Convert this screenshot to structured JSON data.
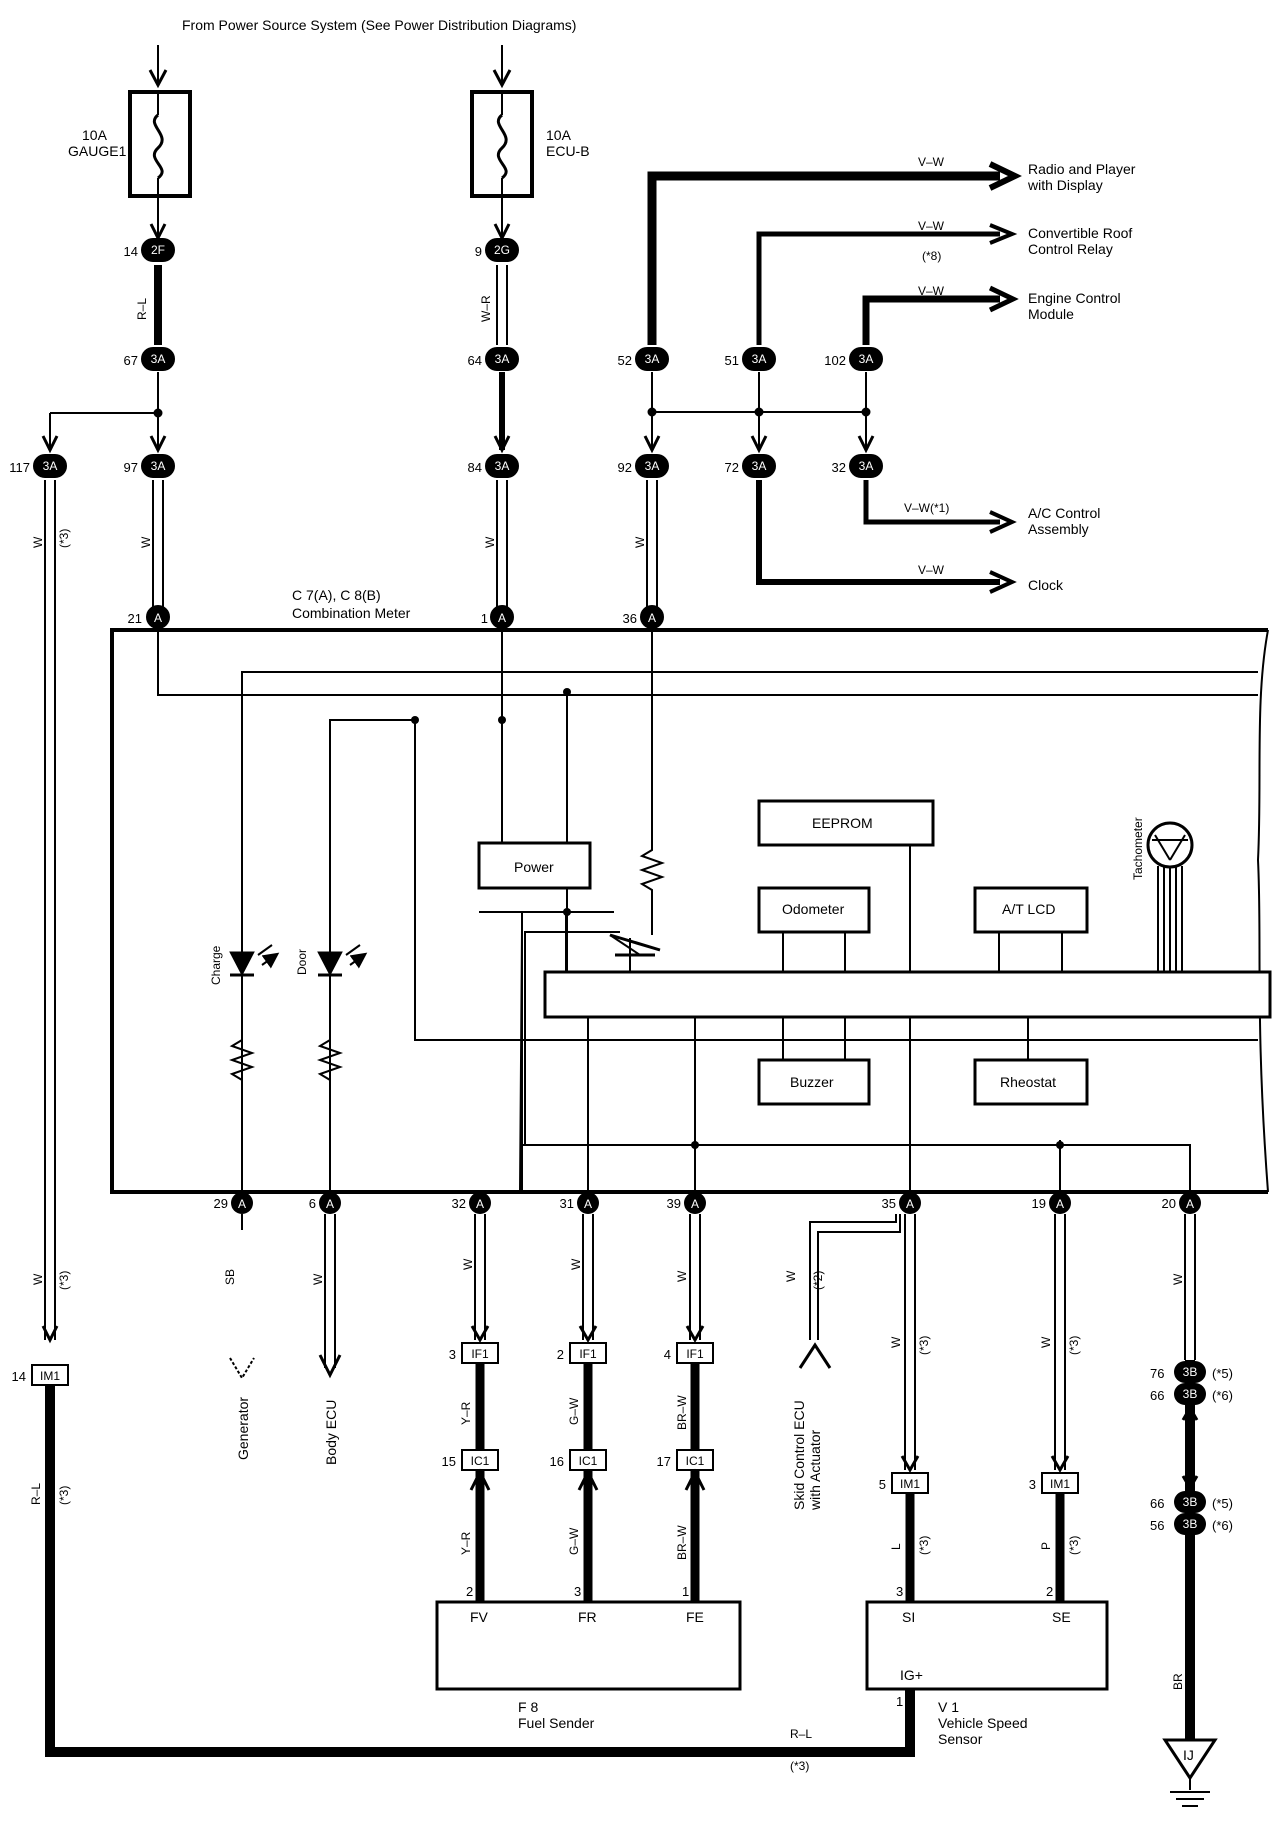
{
  "header": "From Power Source System (See Power Distribution Diagrams)",
  "fuses": {
    "gauge1": {
      "rating": "10A",
      "name": "GAUGE1"
    },
    "ecub": {
      "rating": "10A",
      "name": "ECU-B"
    }
  },
  "connectors": {
    "c2F": "2F",
    "c2G": "2G",
    "c3A": "3A",
    "cA": "A",
    "cIF1": "IF1",
    "cIC1": "IC1",
    "cIM1": "IM1",
    "c3B": "3B"
  },
  "pins": {
    "p14": "14",
    "p9": "9",
    "p67": "67",
    "p64": "64",
    "p52": "52",
    "p51": "51",
    "p102": "102",
    "p117": "117",
    "p97": "97",
    "p84": "84",
    "p92": "92",
    "p72": "72",
    "p32": "32",
    "p21": "21",
    "p1": "1",
    "p36": "36",
    "p29": "29",
    "p6": "6",
    "p32b": "32",
    "p31": "31",
    "p39": "39",
    "p35": "35",
    "p19": "19",
    "p20": "20",
    "pIF3": "3",
    "pIF2": "2",
    "pIF4": "4",
    "pIC15": "15",
    "pIC16": "16",
    "pIC17": "17",
    "pIM14": "14",
    "pIM5": "5",
    "pIM3": "3",
    "p76": "76",
    "p66a": "66",
    "p66b": "66",
    "p56": "56",
    "pF2": "2",
    "pF3": "3",
    "pF1": "1",
    "pV3": "3",
    "pV2": "2",
    "pV1": "1"
  },
  "wires": {
    "rl": "R–L",
    "wr": "W–R",
    "w": "W",
    "vw": "V–W",
    "vw1": "V–W(*1)",
    "yr": "Y–R",
    "gw": "G–W",
    "brw": "BR–W",
    "l": "L",
    "p": "P",
    "br": "BR",
    "sb": "SB"
  },
  "notes": {
    "n1": "(*1)",
    "n2": "(*2)",
    "n3": "(*3)",
    "n5": "(*5)",
    "n6": "(*6)",
    "n8": "(*8)"
  },
  "outputs": {
    "radio1": "Radio and Player",
    "radio2": "with Display",
    "roof1": "Convertible Roof",
    "roof2": "Control Relay",
    "ecm1": "Engine Control",
    "ecm2": "Module",
    "ac1": "A/C Control",
    "ac2": "Assembly",
    "clock": "Clock"
  },
  "meter": {
    "code": "C 7(A), C 8(B)",
    "name": "Combination Meter",
    "power": "Power",
    "eeprom": "EEPROM",
    "odometer": "Odometer",
    "atlcd": "A/T LCD",
    "buzzer": "Buzzer",
    "rheostat": "Rheostat",
    "tachometer": "Tachometer",
    "charge": "Charge",
    "door": "Door"
  },
  "destinations": {
    "generator": "Generator",
    "body_ecu": "Body ECU",
    "skid1": "Skid Control ECU",
    "skid2": "with Actuator"
  },
  "fuel_sender": {
    "code": "F 8",
    "name": "Fuel Sender",
    "fv": "FV",
    "fr": "FR",
    "fe": "FE"
  },
  "speed_sensor": {
    "code": "V 1",
    "name1": "Vehicle Speed",
    "name2": "Sensor",
    "si": "SI",
    "se": "SE",
    "ig": "IG+"
  },
  "ground": "IJ"
}
